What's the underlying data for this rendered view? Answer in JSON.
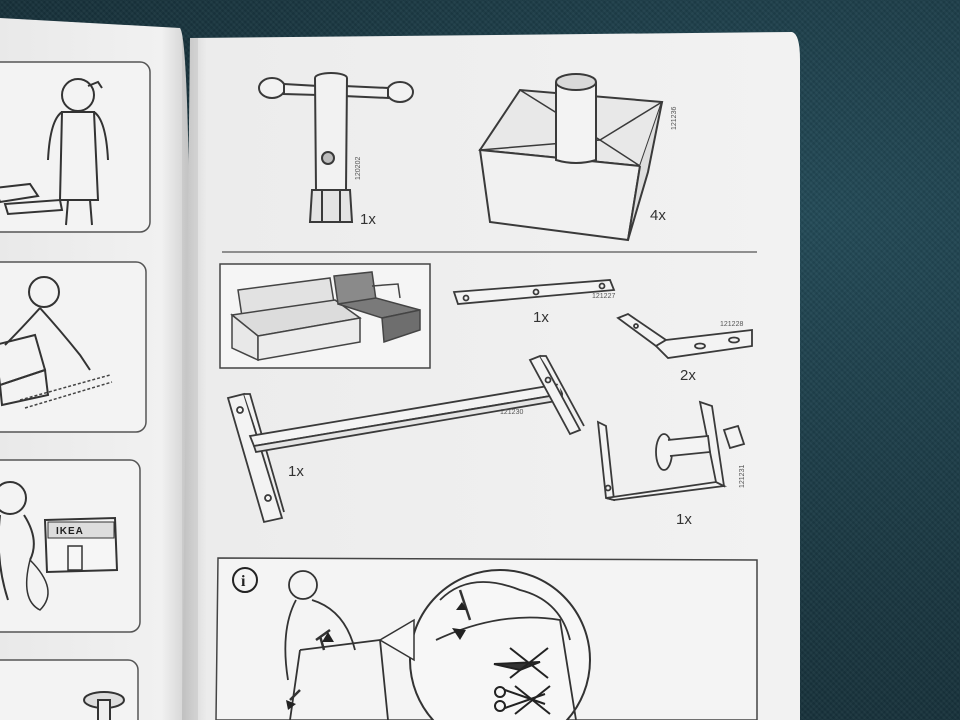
{
  "left_page": {
    "panels": [
      "person-with-box",
      "person-kneeling-on-rug",
      "person-phone-ikea-store",
      "bolt-partial"
    ],
    "store_sign": "IKEA"
  },
  "right_page": {
    "top_parts": [
      {
        "name": "t-handle-wrench",
        "part_number": "120202",
        "quantity": "1x"
      },
      {
        "name": "square-foot",
        "part_number": "121236",
        "quantity": "4x"
      }
    ],
    "middle_parts": [
      {
        "name": "flat-bracket",
        "part_number": "121227",
        "quantity": "1x"
      },
      {
        "name": "l-bracket",
        "part_number": "121228",
        "quantity": "2x"
      },
      {
        "name": "long-frame-bar",
        "part_number": "121230",
        "quantity": "1x"
      },
      {
        "name": "clamp-fitting",
        "part_number": "121231",
        "quantity": "1x"
      }
    ],
    "info_symbol": "i"
  },
  "colors": {
    "paper": "#efefef",
    "paper_shadow": "#d9d9d9",
    "ink": "#3a3a3a",
    "background_fabric": "#1b3a45",
    "sofa_chaise": "#8a8a8a"
  }
}
